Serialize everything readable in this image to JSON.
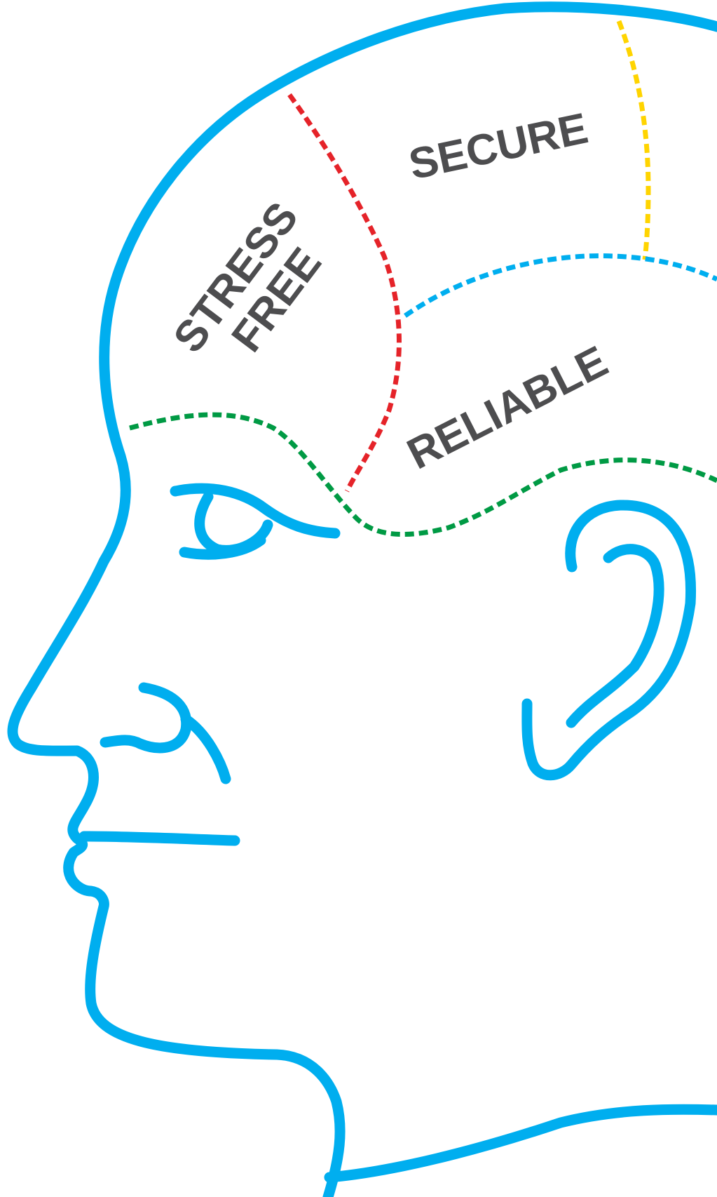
{
  "colors": {
    "outline": "#00aeef",
    "label_text": "#4d4d4f",
    "background": "#ffffff",
    "divider_stress_free_secure": "#e52329",
    "divider_secure_next": "#ffd400",
    "divider_secure_reliable": "#00aeef",
    "divider_lower": "#009a44"
  },
  "regions": {
    "secure": "SECURE",
    "stress_line1": "STRESS",
    "stress_line2": "FREE",
    "reliable": "RELIABLE"
  }
}
